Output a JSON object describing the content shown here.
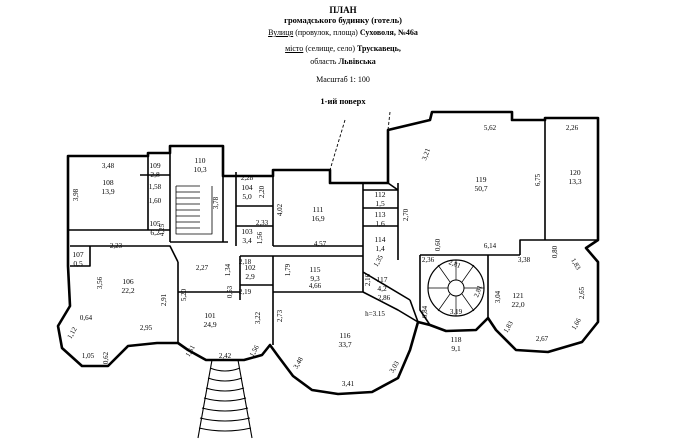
{
  "header": {
    "title": "ПЛАН",
    "subtitle": "громадського будинку (готель)",
    "street_label": "Вулиця",
    "street_hint": "(провулок, площа)",
    "street_value": "Суховоля",
    "house_value": ", №46а",
    "city_label": "місто",
    "city_hint": "(селище, село)",
    "city_value": "Трускавець,",
    "region_label": "область",
    "region_value": "Львівська",
    "scale": "Масштаб 1: 100",
    "floor": "1-ий поверх"
  },
  "rooms": [
    {
      "id": "108",
      "area": "13,9"
    },
    {
      "id": "109",
      "area": "2,8"
    },
    {
      "id": "105",
      "area": "6,2"
    },
    {
      "id": "107",
      "area": "0,5"
    },
    {
      "id": "106",
      "area": "22,2"
    },
    {
      "id": "110",
      "area": "10,3"
    },
    {
      "id": "104",
      "area": "5,0"
    },
    {
      "id": "103",
      "area": "3,4"
    },
    {
      "id": "102",
      "area": "2,9"
    },
    {
      "id": "101",
      "area": "24,9"
    },
    {
      "id": "111",
      "area": "16,9"
    },
    {
      "id": "112",
      "area": "1,5"
    },
    {
      "id": "113",
      "area": "1,6"
    },
    {
      "id": "114",
      "area": "1,4"
    },
    {
      "id": "115",
      "area": "9,3"
    },
    {
      "id": "116",
      "area": "33,7"
    },
    {
      "id": "117",
      "area": "4,2"
    },
    {
      "id": "118",
      "area": "9,1"
    },
    {
      "id": "119",
      "area": "50,7"
    },
    {
      "id": "120",
      "area": "13,3"
    },
    {
      "id": "121",
      "area": "22,0"
    }
  ],
  "dims": [
    "3,48",
    "3,98",
    "1,58",
    "1,60",
    "4,25",
    "2,23",
    "3,56",
    "2,91",
    "2,95",
    "0,64",
    "1,12",
    "1,05",
    "0,62",
    "2,27",
    "5,20",
    "2,28",
    "2,20",
    "3,78",
    "2,33",
    "1,56",
    "2,18",
    "1,34",
    "2,19",
    "0,53",
    "3,22",
    "2,73",
    "1,61",
    "2,42",
    "1,56",
    "4,02",
    "4,57",
    "1,79",
    "4,66",
    "2,16",
    "2,86",
    "3,48",
    "3,41",
    "3,03",
    "2,70",
    "5,62",
    "3,21",
    "6,75",
    "2,26",
    "6,14",
    "0,60",
    "2,36",
    "3,38",
    "0,80",
    "1,83",
    "3,04",
    "2,65",
    "1,83",
    "1,66",
    "2,67",
    "0,84",
    "3,19",
    "2,81",
    "2,81",
    "1,35"
  ],
  "annotations": {
    "height": "h=3.15"
  }
}
